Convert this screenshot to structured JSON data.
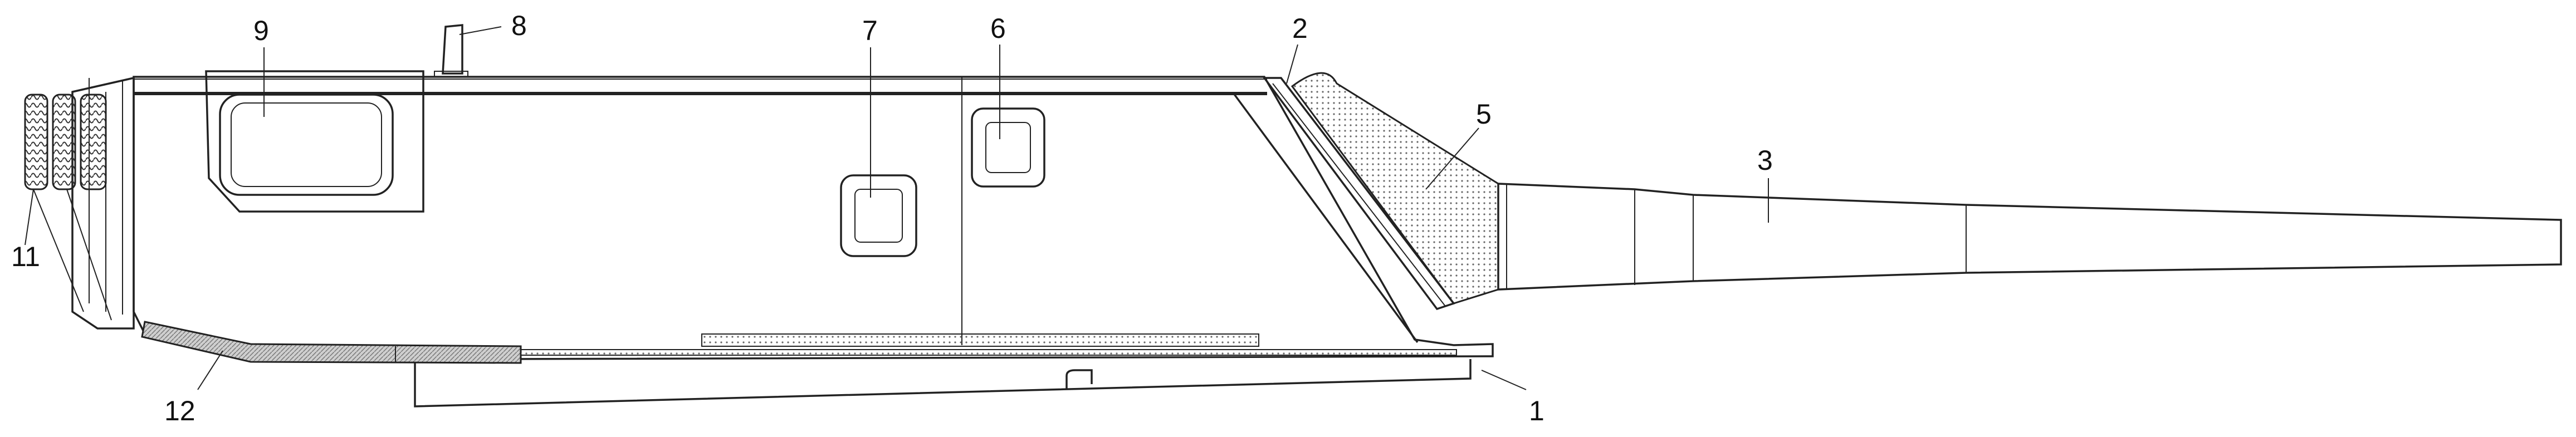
{
  "diagram": {
    "callouts": [
      {
        "id": "1",
        "label": "1"
      },
      {
        "id": "2",
        "label": "2"
      },
      {
        "id": "3",
        "label": "3"
      },
      {
        "id": "5",
        "label": "5"
      },
      {
        "id": "6",
        "label": "6"
      },
      {
        "id": "7",
        "label": "7"
      },
      {
        "id": "8",
        "label": "8"
      },
      {
        "id": "9",
        "label": "9"
      },
      {
        "id": "11",
        "label": "11"
      },
      {
        "id": "12",
        "label": "12"
      }
    ],
    "colors": {
      "line": "#222222",
      "hatch": "#9a9a9a",
      "background": "#ffffff"
    }
  }
}
